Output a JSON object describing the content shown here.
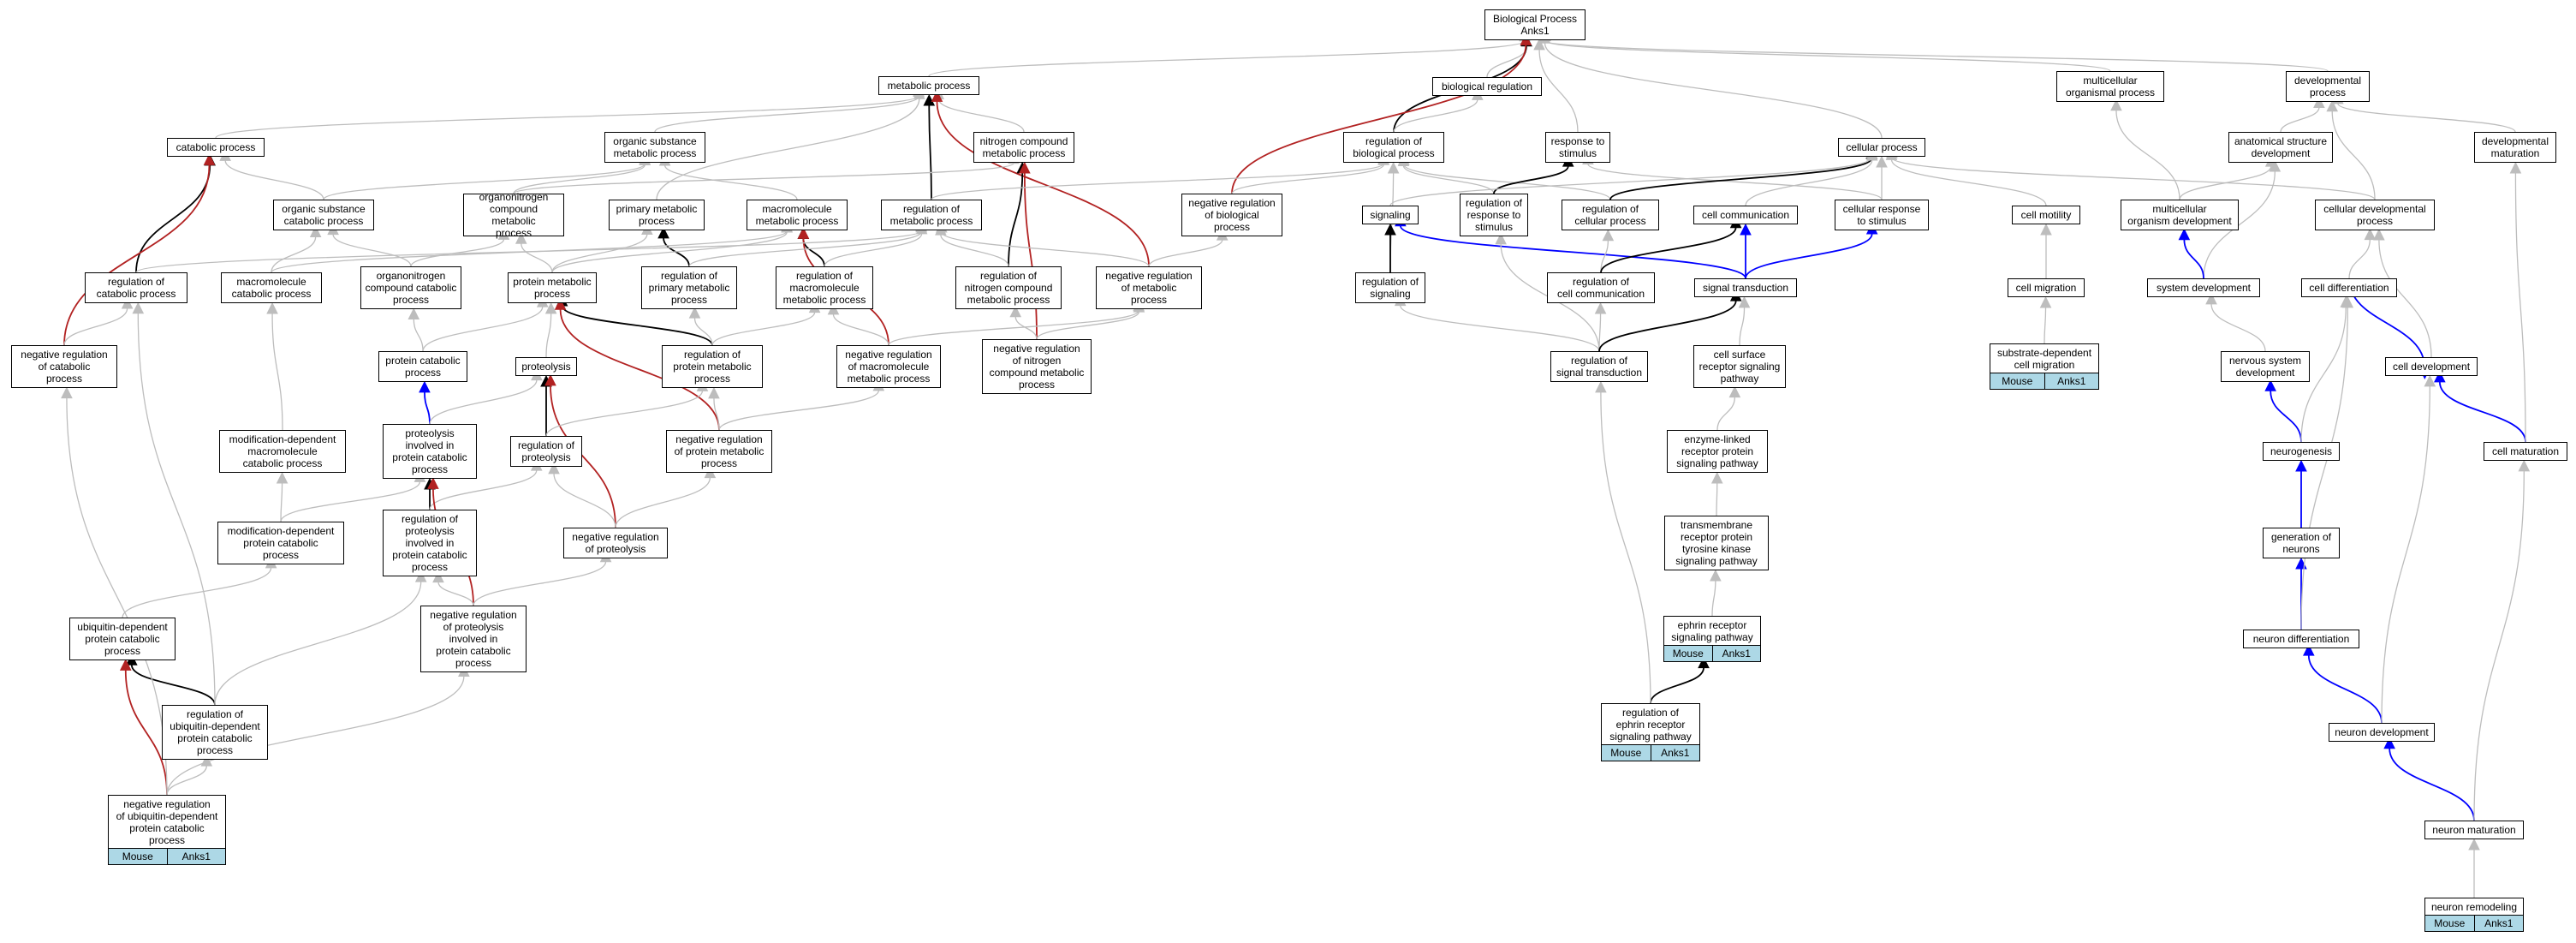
{
  "nodes": [
    {
      "id": "root",
      "label": "Biological Process\nAnks1"
    },
    {
      "id": "metabolic",
      "label": "metabolic process"
    },
    {
      "id": "bioreg",
      "label": "biological regulation"
    },
    {
      "id": "multiorg",
      "label": "multicellular\norganismal process"
    },
    {
      "id": "devproc",
      "label": "developmental\nprocess"
    },
    {
      "id": "catabolic",
      "label": "catabolic process"
    },
    {
      "id": "orgsubmet",
      "label": "organic substance\nmetabolic process"
    },
    {
      "id": "nitromet",
      "label": "nitrogen compound\nmetabolic process"
    },
    {
      "id": "regbio",
      "label": "regulation of\nbiological process"
    },
    {
      "id": "resp",
      "label": "response to\nstimulus"
    },
    {
      "id": "cellproc",
      "label": "cellular process"
    },
    {
      "id": "anatdev",
      "label": "anatomical structure\ndevelopment"
    },
    {
      "id": "devmat",
      "label": "developmental\nmaturation"
    },
    {
      "id": "orgsubcat",
      "label": "organic substance\ncatabolic process"
    },
    {
      "id": "organonitro",
      "label": "organonitrogen\ncompound metabolic\nprocess"
    },
    {
      "id": "primmet",
      "label": "primary metabolic\nprocess"
    },
    {
      "id": "macromet",
      "label": "macromolecule\nmetabolic process"
    },
    {
      "id": "regmet",
      "label": "regulation of\nmetabolic process"
    },
    {
      "id": "negregbio",
      "label": "negative regulation\nof biological\nprocess"
    },
    {
      "id": "signaling",
      "label": "signaling"
    },
    {
      "id": "regresp",
      "label": "regulation of\nresponse to\nstimulus"
    },
    {
      "id": "regcell",
      "label": "regulation of\ncellular process"
    },
    {
      "id": "cellcomm",
      "label": "cell communication"
    },
    {
      "id": "cellresp",
      "label": "cellular response\nto stimulus"
    },
    {
      "id": "cellmot",
      "label": "cell motility"
    },
    {
      "id": "multidev",
      "label": "multicellular\norganism development"
    },
    {
      "id": "celldevproc",
      "label": "cellular developmental\nprocess"
    },
    {
      "id": "regcat",
      "label": "regulation of\ncatabolic process"
    },
    {
      "id": "macrocat",
      "label": "macromolecule\ncatabolic process"
    },
    {
      "id": "organonitrocat",
      "label": "organonitrogen\ncompound catabolic\nprocess"
    },
    {
      "id": "protmet",
      "label": "protein metabolic\nprocess"
    },
    {
      "id": "regprimmet",
      "label": "regulation of\nprimary metabolic\nprocess"
    },
    {
      "id": "regmacromet",
      "label": "regulation of\nmacromolecule\nmetabolic process"
    },
    {
      "id": "regnitromet",
      "label": "regulation of\nnitrogen compound\nmetabolic process"
    },
    {
      "id": "negregmet",
      "label": "negative regulation\nof metabolic\nprocess"
    },
    {
      "id": "regsig",
      "label": "regulation of\nsignaling"
    },
    {
      "id": "regcellcomm",
      "label": "regulation of\ncell communication"
    },
    {
      "id": "sigtrans",
      "label": "signal transduction"
    },
    {
      "id": "cellmig",
      "label": "cell migration"
    },
    {
      "id": "sysdev",
      "label": "system development"
    },
    {
      "id": "celldiff",
      "label": "cell differentiation"
    },
    {
      "id": "negregcat",
      "label": "negative regulation\nof catabolic\nprocess"
    },
    {
      "id": "protcat",
      "label": "protein catabolic\nprocess"
    },
    {
      "id": "proteolysis",
      "label": "proteolysis"
    },
    {
      "id": "regprotmet",
      "label": "regulation of\nprotein metabolic\nprocess"
    },
    {
      "id": "negregmacromet",
      "label": "negative regulation\nof macromolecule\nmetabolic process"
    },
    {
      "id": "negregnitromet",
      "label": "negative regulation\nof nitrogen\ncompound metabolic\nprocess"
    },
    {
      "id": "regsigtrans",
      "label": "regulation of\nsignal transduction"
    },
    {
      "id": "csrsp",
      "label": "cell surface\nreceptor signaling\npathway"
    },
    {
      "id": "subdepmig",
      "label": "substrate-dependent\ncell migration",
      "annotations": [
        "Mouse",
        "Anks1"
      ]
    },
    {
      "id": "nervdev",
      "label": "nervous system\ndevelopment"
    },
    {
      "id": "celldev",
      "label": "cell development"
    },
    {
      "id": "modcat",
      "label": "modification-dependent\nmacromolecule\ncatabolic process"
    },
    {
      "id": "proteolcat",
      "label": "proteolysis\ninvolved in\nprotein catabolic\nprocess"
    },
    {
      "id": "regproteol",
      "label": "regulation of\nproteolysis"
    },
    {
      "id": "negregprotmet",
      "label": "negative regulation\nof protein metabolic\nprocess"
    },
    {
      "id": "enzlinked",
      "label": "enzyme-linked\nreceptor protein\nsignaling pathway"
    },
    {
      "id": "neurogen",
      "label": "neurogenesis"
    },
    {
      "id": "cellmat",
      "label": "cell maturation"
    },
    {
      "id": "modprotcat",
      "label": "modification-dependent\nprotein catabolic\nprocess"
    },
    {
      "id": "regproteolcat",
      "label": "regulation of\nproteolysis\ninvolved in\nprotein catabolic\nprocess"
    },
    {
      "id": "negregproteol",
      "label": "negative regulation\nof proteolysis"
    },
    {
      "id": "rtk",
      "label": "transmembrane\nreceptor protein\ntyrosine kinase\nsignaling pathway"
    },
    {
      "id": "genneur",
      "label": "generation of\nneurons"
    },
    {
      "id": "negregproteolcat",
      "label": "negative regulation\nof proteolysis\ninvolved in\nprotein catabolic\nprocess"
    },
    {
      "id": "ubiqcat",
      "label": "ubiquitin-dependent\nprotein catabolic\nprocess"
    },
    {
      "id": "ephrin",
      "label": "ephrin receptor\nsignaling pathway",
      "annotations": [
        "Mouse",
        "Anks1"
      ]
    },
    {
      "id": "neurdiff",
      "label": "neuron differentiation"
    },
    {
      "id": "regubiq",
      "label": "regulation of\nubiquitin-dependent\nprotein catabolic\nprocess"
    },
    {
      "id": "regephrin",
      "label": "regulation of\nephrin receptor\nsignaling pathway",
      "annotations": [
        "Mouse",
        "Anks1"
      ]
    },
    {
      "id": "neurdev",
      "label": "neuron development"
    },
    {
      "id": "neurmat",
      "label": "neuron maturation"
    },
    {
      "id": "negregubiq",
      "label": "negative regulation\nof ubiquitin-dependent\nprotein catabolic\nprocess",
      "annotations": [
        "Mouse",
        "Anks1"
      ]
    },
    {
      "id": "neurremod",
      "label": "neuron remodeling",
      "annotations": [
        "Mouse",
        "Anks1"
      ]
    }
  ],
  "edges": [
    {
      "from": "metabolic",
      "to": "root",
      "type": "is_a"
    },
    {
      "from": "bioreg",
      "to": "root",
      "type": "is_a"
    },
    {
      "from": "multiorg",
      "to": "root",
      "type": "is_a"
    },
    {
      "from": "devproc",
      "to": "root",
      "type": "is_a"
    },
    {
      "from": "cellproc",
      "to": "root",
      "type": "is_a"
    },
    {
      "from": "resp",
      "to": "root",
      "type": "is_a"
    },
    {
      "from": "regbio",
      "to": "root",
      "type": "regulates"
    },
    {
      "from": "negregbio",
      "to": "root",
      "type": "negatively_regulates"
    },
    {
      "from": "regbio",
      "to": "bioreg",
      "type": "is_a"
    },
    {
      "from": "catabolic",
      "to": "metabolic",
      "type": "is_a"
    },
    {
      "from": "orgsubmet",
      "to": "metabolic",
      "type": "is_a"
    },
    {
      "from": "nitromet",
      "to": "metabolic",
      "type": "is_a"
    },
    {
      "from": "primmet",
      "to": "metabolic",
      "type": "is_a"
    },
    {
      "from": "regmet",
      "to": "metabolic",
      "type": "regulates"
    },
    {
      "from": "negregmet",
      "to": "metabolic",
      "type": "negatively_regulates"
    },
    {
      "from": "orgsubcat",
      "to": "catabolic",
      "type": "is_a"
    },
    {
      "from": "regcat",
      "to": "catabolic",
      "type": "regulates"
    },
    {
      "from": "negregcat",
      "to": "catabolic",
      "type": "negatively_regulates"
    },
    {
      "from": "orgsubcat",
      "to": "orgsubmet",
      "type": "is_a"
    },
    {
      "from": "organonitro",
      "to": "orgsubmet",
      "type": "is_a"
    },
    {
      "from": "macromet",
      "to": "orgsubmet",
      "type": "is_a"
    },
    {
      "from": "organonitro",
      "to": "nitromet",
      "type": "is_a"
    },
    {
      "from": "regnitromet",
      "to": "nitromet",
      "type": "regulates"
    },
    {
      "from": "negregnitromet",
      "to": "nitromet",
      "type": "negatively_regulates"
    },
    {
      "from": "regmet",
      "to": "regbio",
      "type": "is_a"
    },
    {
      "from": "negregbio",
      "to": "regbio",
      "type": "is_a"
    },
    {
      "from": "regresp",
      "to": "regbio",
      "type": "is_a"
    },
    {
      "from": "regcell",
      "to": "regbio",
      "type": "is_a"
    },
    {
      "from": "regsig",
      "to": "regbio",
      "type": "is_a"
    },
    {
      "from": "regresp",
      "to": "resp",
      "type": "regulates"
    },
    {
      "from": "cellresp",
      "to": "resp",
      "type": "is_a"
    },
    {
      "from": "regcell",
      "to": "cellproc",
      "type": "regulates"
    },
    {
      "from": "cellcomm",
      "to": "cellproc",
      "type": "is_a"
    },
    {
      "from": "cellresp",
      "to": "cellproc",
      "type": "is_a"
    },
    {
      "from": "cellmot",
      "to": "cellproc",
      "type": "is_a"
    },
    {
      "from": "celldevproc",
      "to": "cellproc",
      "type": "is_a"
    },
    {
      "from": "signaling",
      "to": "cellproc",
      "type": "is_a"
    },
    {
      "from": "anatdev",
      "to": "devproc",
      "type": "is_a"
    },
    {
      "from": "devmat",
      "to": "devproc",
      "type": "is_a"
    },
    {
      "from": "celldevproc",
      "to": "devproc",
      "type": "is_a"
    },
    {
      "from": "multidev",
      "to": "multiorg",
      "type": "is_a"
    },
    {
      "from": "multidev",
      "to": "anatdev",
      "type": "is_a"
    },
    {
      "from": "sysdev",
      "to": "anatdev",
      "type": "is_a"
    },
    {
      "from": "macrocat",
      "to": "orgsubcat",
      "type": "is_a"
    },
    {
      "from": "organonitrocat",
      "to": "orgsubcat",
      "type": "is_a"
    },
    {
      "from": "organonitrocat",
      "to": "organonitro",
      "type": "is_a"
    },
    {
      "from": "protmet",
      "to": "organonitro",
      "type": "is_a"
    },
    {
      "from": "protmet",
      "to": "primmet",
      "type": "is_a"
    },
    {
      "from": "regprimmet",
      "to": "primmet",
      "type": "regulates"
    },
    {
      "from": "protmet",
      "to": "macromet",
      "type": "is_a"
    },
    {
      "from": "macrocat",
      "to": "macromet",
      "type": "is_a"
    },
    {
      "from": "regmacromet",
      "to": "macromet",
      "type": "regulates"
    },
    {
      "from": "negregmacromet",
      "to": "macromet",
      "type": "negatively_regulates"
    },
    {
      "from": "regcat",
      "to": "regmet",
      "type": "is_a"
    },
    {
      "from": "regprimmet",
      "to": "regmet",
      "type": "is_a"
    },
    {
      "from": "regmacromet",
      "to": "regmet",
      "type": "is_a"
    },
    {
      "from": "regnitromet",
      "to": "regmet",
      "type": "is_a"
    },
    {
      "from": "negregmet",
      "to": "regmet",
      "type": "is_a"
    },
    {
      "from": "negregmet",
      "to": "negregbio",
      "type": "is_a"
    },
    {
      "from": "regsig",
      "to": "signaling",
      "type": "regulates"
    },
    {
      "from": "sigtrans",
      "to": "signaling",
      "type": "part_of"
    },
    {
      "from": "regsigtrans",
      "to": "regresp",
      "type": "is_a"
    },
    {
      "from": "regcellcomm",
      "to": "regcell",
      "type": "is_a"
    },
    {
      "from": "regcellcomm",
      "to": "cellcomm",
      "type": "regulates"
    },
    {
      "from": "sigtrans",
      "to": "cellcomm",
      "type": "part_of"
    },
    {
      "from": "sigtrans",
      "to": "cellresp",
      "type": "part_of"
    },
    {
      "from": "cellmig",
      "to": "cellmot",
      "type": "is_a"
    },
    {
      "from": "sysdev",
      "to": "multidev",
      "type": "part_of"
    },
    {
      "from": "celldiff",
      "to": "celldevproc",
      "type": "is_a"
    },
    {
      "from": "celldev",
      "to": "celldevproc",
      "type": "is_a"
    },
    {
      "from": "negregcat",
      "to": "regcat",
      "type": "is_a"
    },
    {
      "from": "modcat",
      "to": "macrocat",
      "type": "is_a"
    },
    {
      "from": "protcat",
      "to": "organonitrocat",
      "type": "is_a"
    },
    {
      "from": "protcat",
      "to": "protmet",
      "type": "is_a"
    },
    {
      "from": "proteolysis",
      "to": "protmet",
      "type": "is_a"
    },
    {
      "from": "regprotmet",
      "to": "protmet",
      "type": "regulates"
    },
    {
      "from": "negregprotmet",
      "to": "protmet",
      "type": "negatively_regulates"
    },
    {
      "from": "regprotmet",
      "to": "regprimmet",
      "type": "is_a"
    },
    {
      "from": "regprotmet",
      "to": "regmacromet",
      "type": "is_a"
    },
    {
      "from": "negregmacromet",
      "to": "regmacromet",
      "type": "is_a"
    },
    {
      "from": "negregnitromet",
      "to": "regnitromet",
      "type": "is_a"
    },
    {
      "from": "negregmacromet",
      "to": "negregmet",
      "type": "is_a"
    },
    {
      "from": "negregnitromet",
      "to": "negregmet",
      "type": "is_a"
    },
    {
      "from": "regsigtrans",
      "to": "regsig",
      "type": "is_a"
    },
    {
      "from": "regsigtrans",
      "to": "regcellcomm",
      "type": "is_a"
    },
    {
      "from": "regsigtrans",
      "to": "sigtrans",
      "type": "regulates"
    },
    {
      "from": "csrsp",
      "to": "sigtrans",
      "type": "is_a"
    },
    {
      "from": "subdepmig",
      "to": "cellmig",
      "type": "is_a"
    },
    {
      "from": "nervdev",
      "to": "sysdev",
      "type": "is_a"
    },
    {
      "from": "neurogen",
      "to": "nervdev",
      "type": "part_of"
    },
    {
      "from": "celldiff",
      "to": "celldev",
      "type": "part_of"
    },
    {
      "from": "cellmat",
      "to": "celldev",
      "type": "part_of"
    },
    {
      "from": "modprotcat",
      "to": "modcat",
      "type": "is_a"
    },
    {
      "from": "proteolcat",
      "to": "protcat",
      "type": "part_of"
    },
    {
      "from": "proteolcat",
      "to": "proteolysis",
      "type": "is_a"
    },
    {
      "from": "regproteol",
      "to": "proteolysis",
      "type": "regulates"
    },
    {
      "from": "negregproteol",
      "to": "proteolysis",
      "type": "negatively_regulates"
    },
    {
      "from": "regproteol",
      "to": "regprotmet",
      "type": "is_a"
    },
    {
      "from": "negregprotmet",
      "to": "regprotmet",
      "type": "is_a"
    },
    {
      "from": "negregprotmet",
      "to": "negregmacromet",
      "type": "is_a"
    },
    {
      "from": "enzlinked",
      "to": "csrsp",
      "type": "is_a"
    },
    {
      "from": "neurogen",
      "to": "celldiff",
      "type": "is_a"
    },
    {
      "from": "cellmat",
      "to": "devmat",
      "type": "is_a"
    },
    {
      "from": "modprotcat",
      "to": "proteolcat",
      "type": "is_a"
    },
    {
      "from": "regproteolcat",
      "to": "proteolcat",
      "type": "regulates"
    },
    {
      "from": "regproteolcat",
      "to": "regproteol",
      "type": "is_a"
    },
    {
      "from": "negregproteol",
      "to": "regproteol",
      "type": "is_a"
    },
    {
      "from": "negregproteol",
      "to": "negregprotmet",
      "type": "is_a"
    },
    {
      "from": "rtk",
      "to": "enzlinked",
      "type": "is_a"
    },
    {
      "from": "genneur",
      "to": "neurogen",
      "type": "part_of"
    },
    {
      "from": "negregproteolcat",
      "to": "proteolcat",
      "type": "negatively_regulates"
    },
    {
      "from": "negregproteolcat",
      "to": "regproteolcat",
      "type": "is_a"
    },
    {
      "from": "negregproteolcat",
      "to": "negregproteol",
      "type": "is_a"
    },
    {
      "from": "ubiqcat",
      "to": "modprotcat",
      "type": "is_a"
    },
    {
      "from": "ephrin",
      "to": "rtk",
      "type": "is_a"
    },
    {
      "from": "neurdiff",
      "to": "genneur",
      "type": "part_of"
    },
    {
      "from": "neurdiff",
      "to": "celldiff",
      "type": "is_a"
    },
    {
      "from": "regubiq",
      "to": "ubiqcat",
      "type": "regulates"
    },
    {
      "from": "regubiq",
      "to": "regproteolcat",
      "type": "is_a"
    },
    {
      "from": "regubiq",
      "to": "regcat",
      "type": "is_a"
    },
    {
      "from": "regephrin",
      "to": "ephrin",
      "type": "regulates"
    },
    {
      "from": "regephrin",
      "to": "regsigtrans",
      "type": "is_a"
    },
    {
      "from": "neurdev",
      "to": "neurdiff",
      "type": "part_of"
    },
    {
      "from": "neurdev",
      "to": "celldev",
      "type": "is_a"
    },
    {
      "from": "neurmat",
      "to": "neurdev",
      "type": "part_of"
    },
    {
      "from": "neurmat",
      "to": "cellmat",
      "type": "is_a"
    },
    {
      "from": "negregubiq",
      "to": "ubiqcat",
      "type": "negatively_regulates"
    },
    {
      "from": "negregubiq",
      "to": "regubiq",
      "type": "is_a"
    },
    {
      "from": "negregubiq",
      "to": "negregproteolcat",
      "type": "is_a"
    },
    {
      "from": "negregubiq",
      "to": "negregcat",
      "type": "is_a"
    },
    {
      "from": "neurremod",
      "to": "neurmat",
      "type": "is_a"
    }
  ],
  "edge_colors": {
    "is_a": "#bdbdbd",
    "part_of": "#0000ff",
    "regulates": "#000000",
    "negatively_regulates": "#b22222"
  },
  "annotation_color": "#add8e6"
}
